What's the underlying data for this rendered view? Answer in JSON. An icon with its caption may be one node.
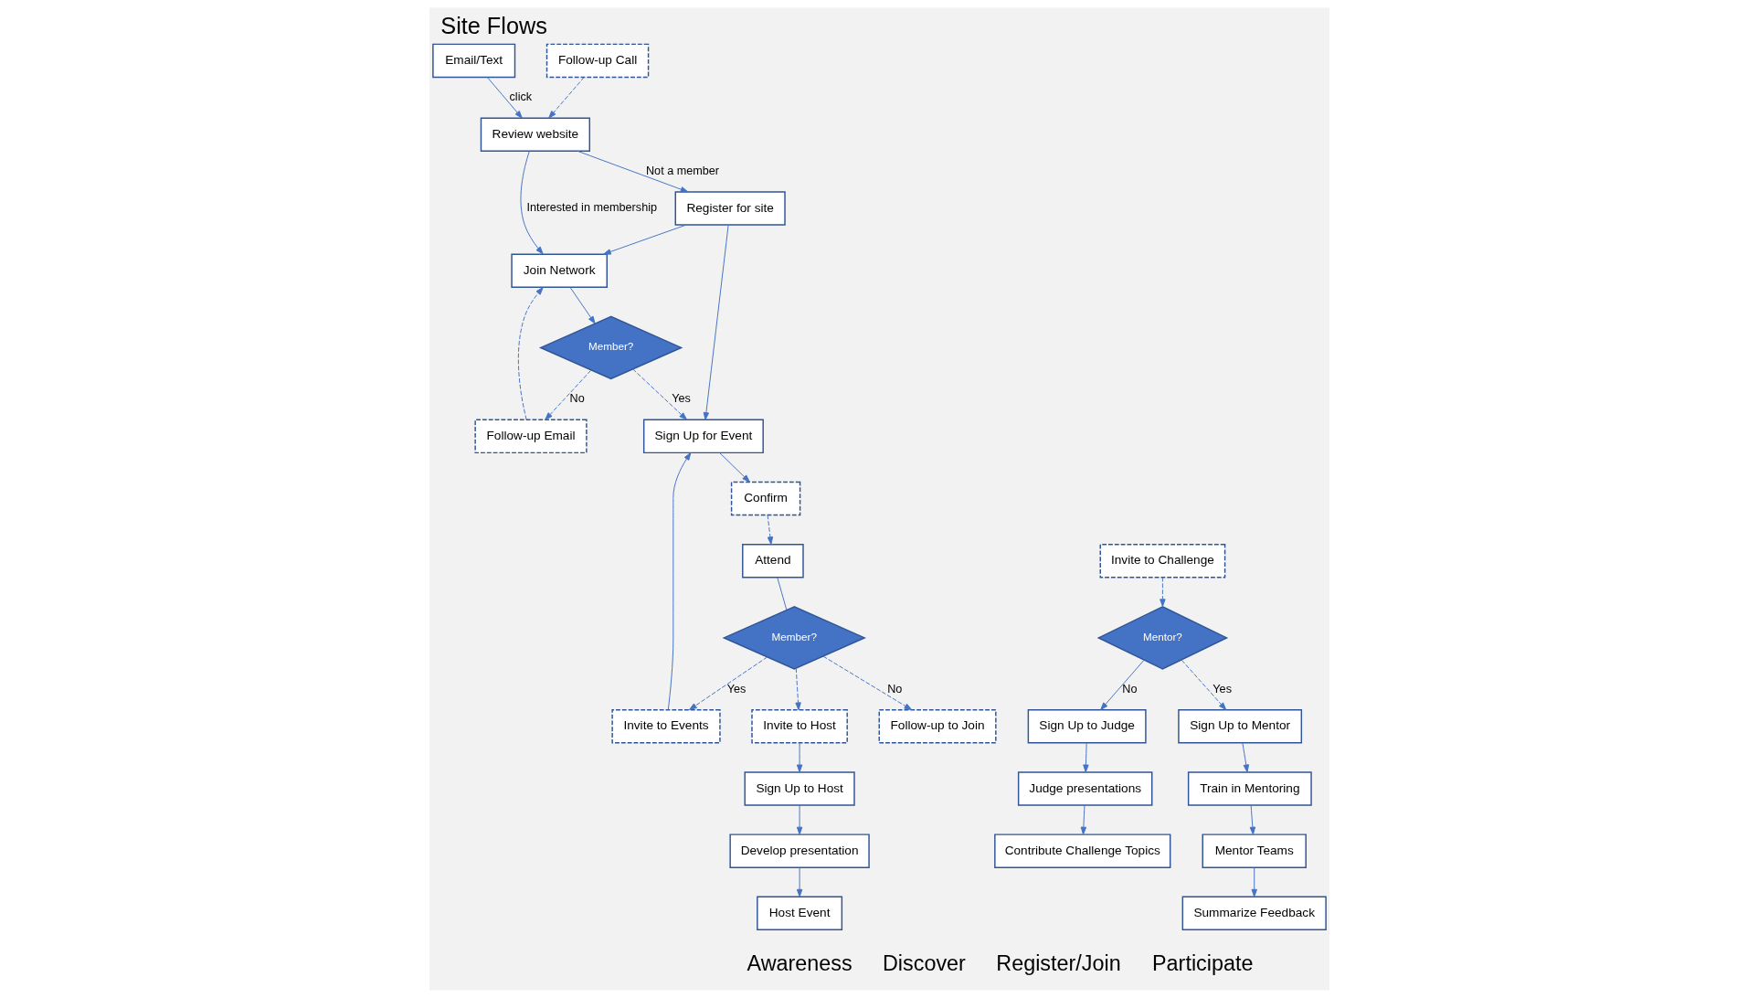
{
  "diagram": {
    "title": "Site Flows",
    "nodes": [
      {
        "text": [
          "Email/Text"
        ]
      },
      {
        "text": [
          "Follow-up Call"
        ]
      },
      {
        "text": [
          "Review website"
        ]
      },
      {
        "text": [
          "Register for site"
        ]
      },
      {
        "text": [
          "Join Network"
        ]
      },
      {
        "text": [
          "Follow-up Email"
        ]
      },
      {
        "text": [
          "Member?"
        ]
      },
      {
        "text": [
          "Sign Up for Event"
        ]
      },
      {
        "text": [
          "Confirm"
        ]
      },
      {
        "text": [
          "Attend"
        ]
      },
      {
        "text": [
          "Member?"
        ]
      },
      {
        "text": [
          "Follow-up to Join"
        ]
      },
      {
        "text": [
          "Invite to Events"
        ]
      },
      {
        "text": [
          "Invite to Host"
        ]
      },
      {
        "text": [
          "Sign Up to Host"
        ]
      },
      {
        "text": [
          "Develop presentation"
        ]
      },
      {
        "text": [
          "Host Event"
        ]
      },
      {
        "text": [
          "Invite to Challenge"
        ]
      },
      {
        "text": [
          "Mentor?"
        ]
      },
      {
        "text": [
          "Sign Up to Judge"
        ]
      },
      {
        "text": [
          "Judge presentations"
        ]
      },
      {
        "text": [
          "Contribute Challenge Topics"
        ]
      },
      {
        "text": [
          "Sign Up to Mentor"
        ]
      },
      {
        "text": [
          "Train in Mentoring"
        ]
      },
      {
        "text": [
          "Mentor Teams"
        ]
      },
      {
        "text": [
          "Summarize Feedback"
        ]
      }
    ],
    "edges": [
      {
        "from": 0,
        "to": 2,
        "arrow": "to",
        "label": "click"
      },
      {
        "from": 1,
        "to": 2,
        "arrow": "to",
        "style": "dashed"
      },
      {
        "from": 2,
        "to": 3,
        "arrow": "to",
        "label": "Not a member"
      },
      {
        "from": 2,
        "to": 4,
        "arrow": "to",
        "label": "Interested in membership"
      },
      {
        "from": 3,
        "to": 4,
        "arrow": "to"
      },
      {
        "from": 3,
        "to": 7,
        "arrow": "to"
      },
      {
        "from": 4,
        "to": 6,
        "arrow": "to"
      },
      {
        "from": 6,
        "to": 7,
        "arrow": "to",
        "label": "Yes",
        "style": "dashed"
      },
      {
        "from": 6,
        "to": 5,
        "arrow": "to",
        "label": "No",
        "style": "dashed"
      },
      {
        "from": 5,
        "to": 4,
        "arrow": "to",
        "style": "dashed"
      },
      {
        "from": 7,
        "to": 8,
        "arrow": "to"
      },
      {
        "from": 8,
        "to": 9,
        "arrow": "to",
        "style": "dashed"
      },
      {
        "from": 9,
        "to": 10,
        "arrow": "none"
      },
      {
        "from": 10,
        "to": 11,
        "arrow": "to",
        "label": "No",
        "style": "dashed"
      },
      {
        "from": 10,
        "to": 12,
        "arrow": "to",
        "label": "Yes",
        "style": "dashed"
      },
      {
        "from": 10,
        "to": 13,
        "arrow": "to",
        "style": "dashed"
      },
      {
        "from": 12,
        "to": 7,
        "arrow": "to"
      },
      {
        "from": 13,
        "to": 14,
        "arrow": "to"
      },
      {
        "from": 14,
        "to": 15,
        "arrow": "to"
      },
      {
        "from": 15,
        "to": 16,
        "arrow": "to"
      },
      {
        "from": 17,
        "to": 18,
        "arrow": "to",
        "style": "dashed"
      },
      {
        "from": 18,
        "to": 22,
        "arrow": "to",
        "label": "Yes",
        "style": "dashed"
      },
      {
        "from": 18,
        "to": 19,
        "arrow": "to",
        "label": "No"
      },
      {
        "from": 19,
        "to": 20,
        "arrow": "to"
      },
      {
        "from": 20,
        "to": 21,
        "arrow": "to"
      },
      {
        "from": 22,
        "to": 23,
        "arrow": "to"
      },
      {
        "from": 23,
        "to": 24,
        "arrow": "to"
      },
      {
        "from": 24,
        "to": 25,
        "arrow": "to"
      }
    ],
    "labels": [
      "Awareness",
      "Discover",
      "Register/Join",
      "Participate"
    ]
  }
}
